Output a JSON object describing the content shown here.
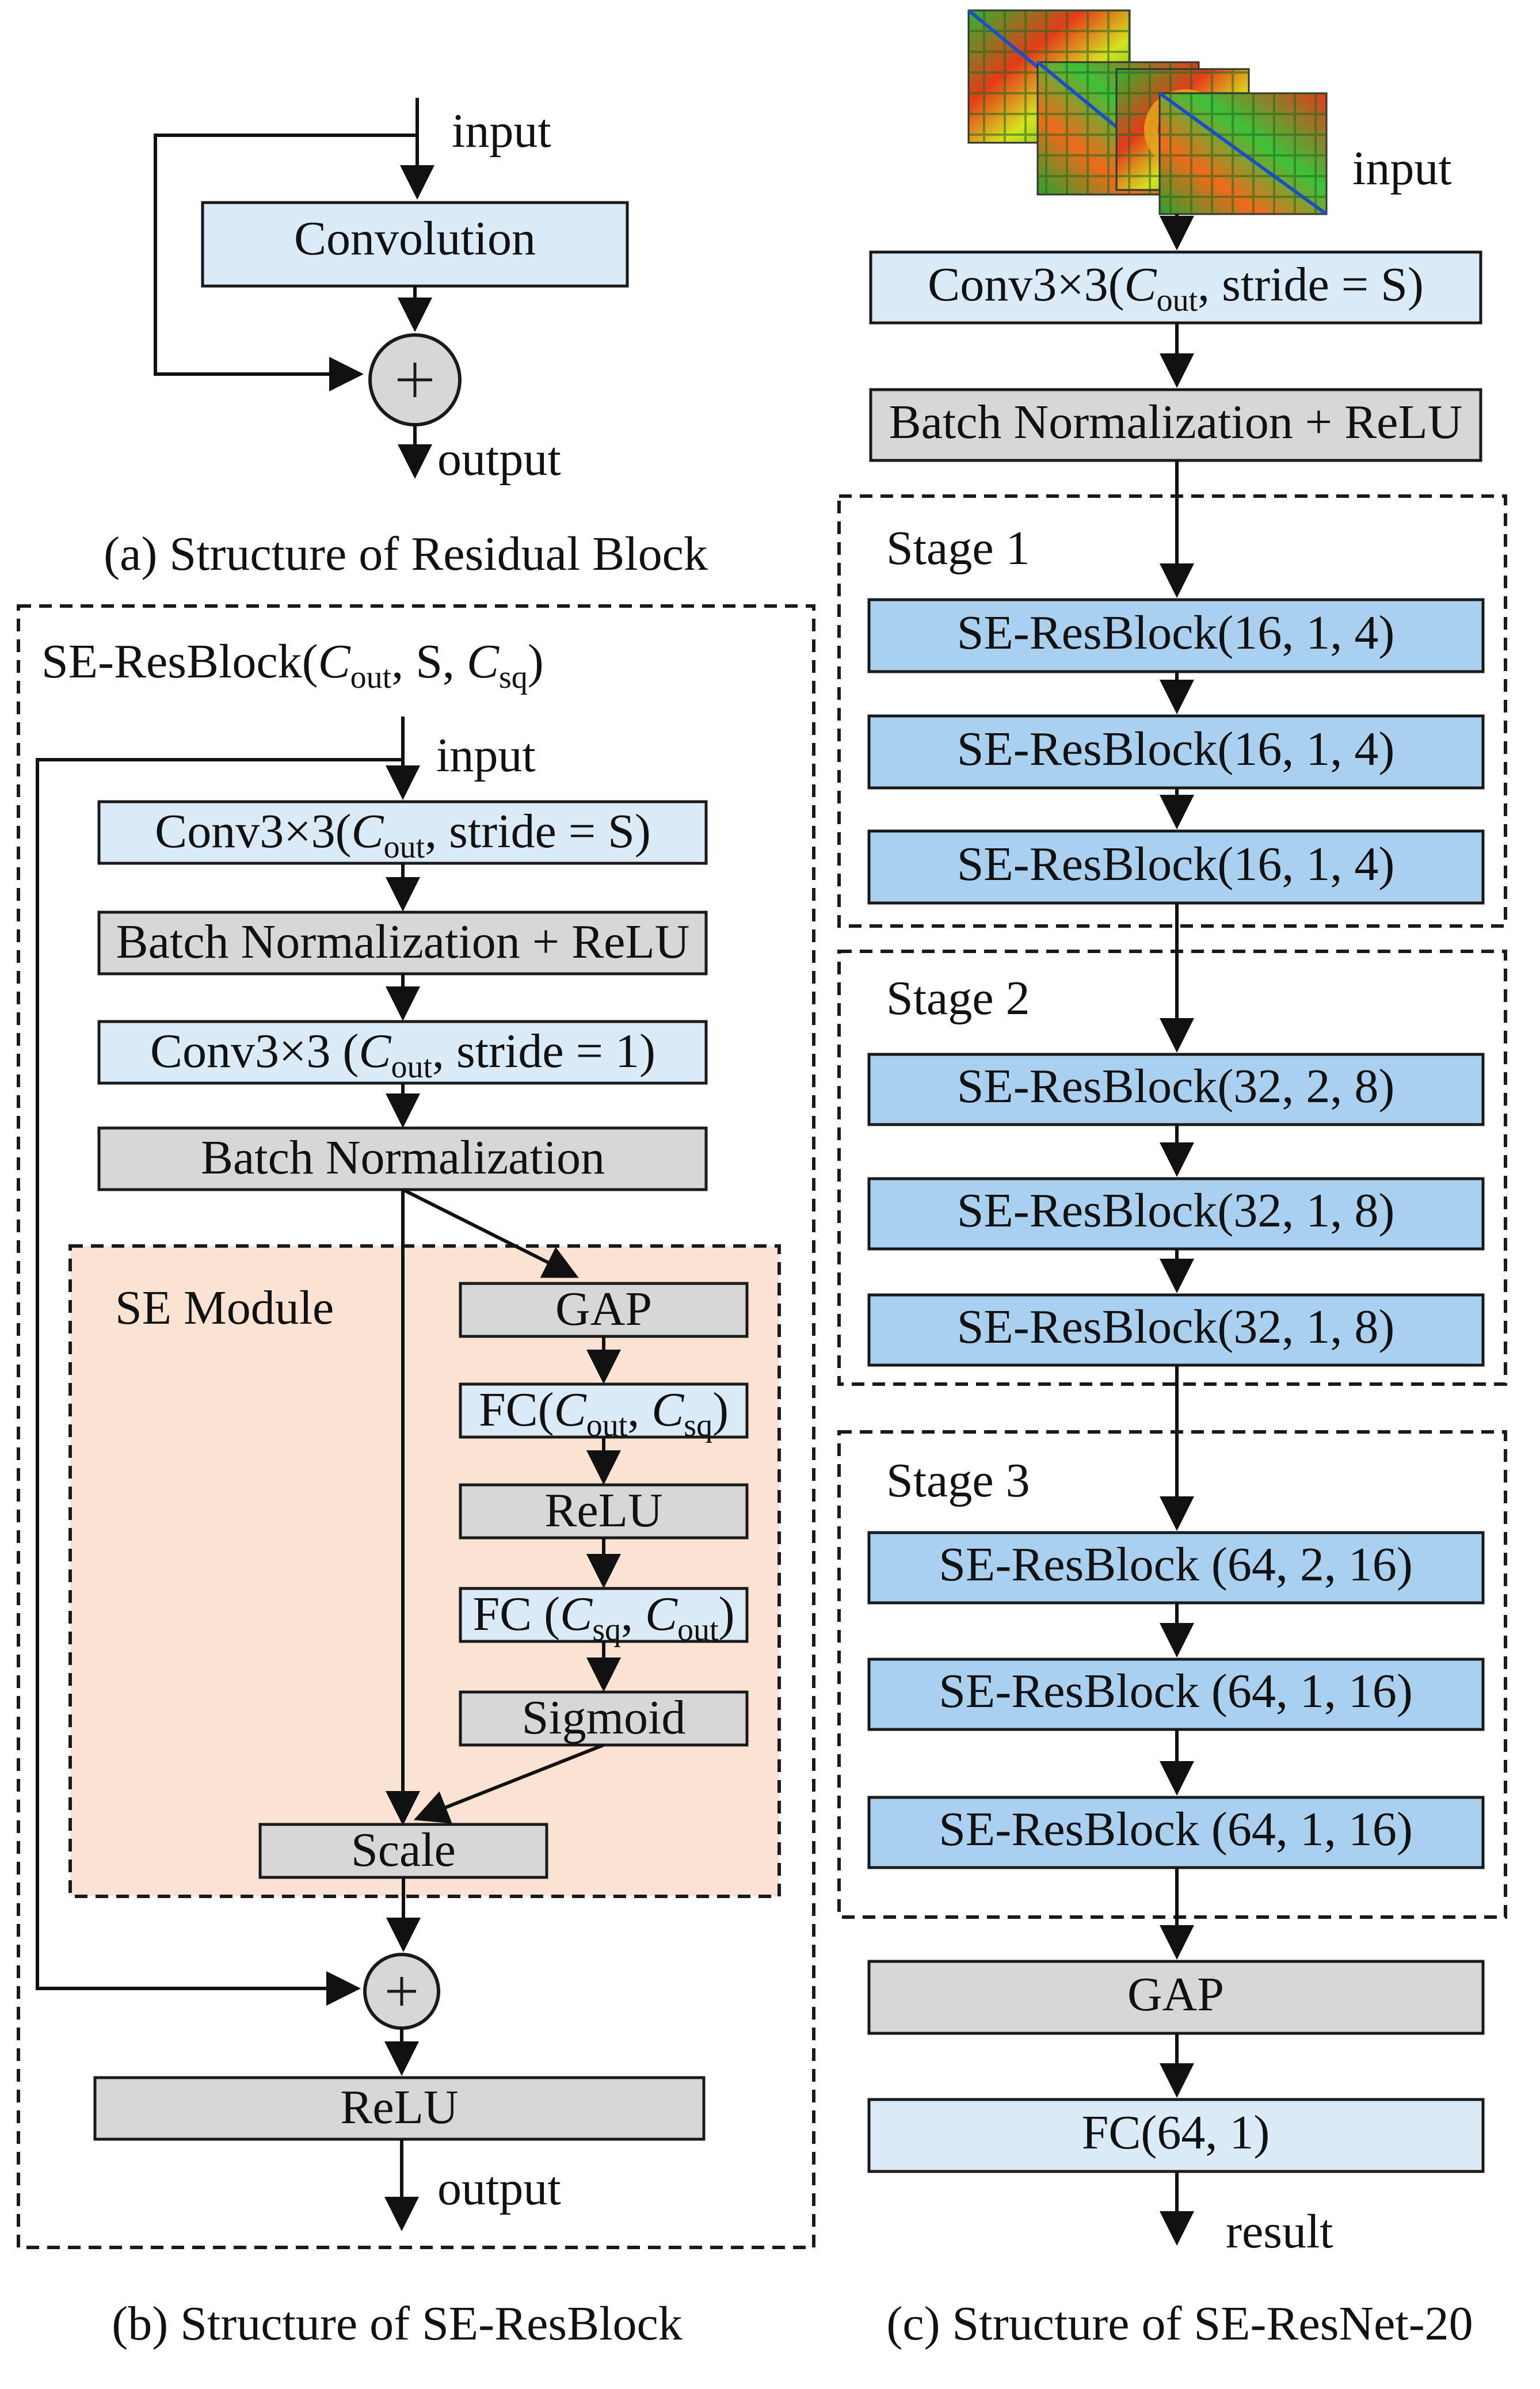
{
  "panel_a": {
    "input": "input",
    "convolution": "Convolution",
    "output": "output",
    "caption": "(a) Structure of Residual Block"
  },
  "panel_b": {
    "title": {
      "pre": "SE-ResBlock(",
      "c": "C",
      "c_sub": "out",
      "mid": ", S, ",
      "c2": "C",
      "c2_sub": "sq",
      "post": ")"
    },
    "input": "input",
    "conv1": {
      "pre": "Conv3×3(",
      "c": "C",
      "sub": "out",
      "post": ", stride = S)"
    },
    "bn_relu": "Batch Normalization + ReLU",
    "conv2": {
      "pre": "Conv3×3 (",
      "c": "C",
      "sub": "out",
      "post": ", stride = 1)"
    },
    "bn": "Batch Normalization",
    "se_label": "SE Module",
    "gap": "GAP",
    "fc1": {
      "pre": "FC(",
      "a": "C",
      "a_sub": "out",
      "sep": ", ",
      "b": "C",
      "b_sub": "sq",
      "post": ")"
    },
    "relu_inner": "ReLU",
    "fc2": {
      "pre": "FC (",
      "a": "C",
      "a_sub": "sq",
      "sep": ", ",
      "b": "C",
      "b_sub": "out",
      "post": ")"
    },
    "sigmoid": "Sigmoid",
    "scale": "Scale",
    "relu": "ReLU",
    "output": "output",
    "caption": "(b) Structure of SE-ResBlock"
  },
  "panel_c": {
    "input": "input",
    "conv": {
      "pre": "Conv3×3(",
      "c": "C",
      "sub": "out",
      "post": ", stride = S)"
    },
    "bn_relu": "Batch Normalization + ReLU",
    "stage1": {
      "label": "Stage 1",
      "blocks": [
        "SE-ResBlock(16, 1, 4)",
        "SE-ResBlock(16, 1, 4)",
        "SE-ResBlock(16, 1, 4)"
      ]
    },
    "stage2": {
      "label": "Stage 2",
      "blocks": [
        "SE-ResBlock(32, 2, 8)",
        "SE-ResBlock(32, 1, 8)",
        "SE-ResBlock(32, 1, 8)"
      ]
    },
    "stage3": {
      "label": "Stage 3",
      "blocks": [
        "SE-ResBlock (64, 2, 16)",
        "SE-ResBlock (64, 1, 16)",
        "SE-ResBlock (64, 1, 16)"
      ]
    },
    "gap": "GAP",
    "fc": "FC(64, 1)",
    "result": "result",
    "caption": "(c) Structure of SE-ResNet-20"
  },
  "colors": {
    "light_blue": "#dbeaf7",
    "mid_blue": "#a9d0ee",
    "gray": "#d7d7d7",
    "se_fill": "#fbe3d4"
  }
}
